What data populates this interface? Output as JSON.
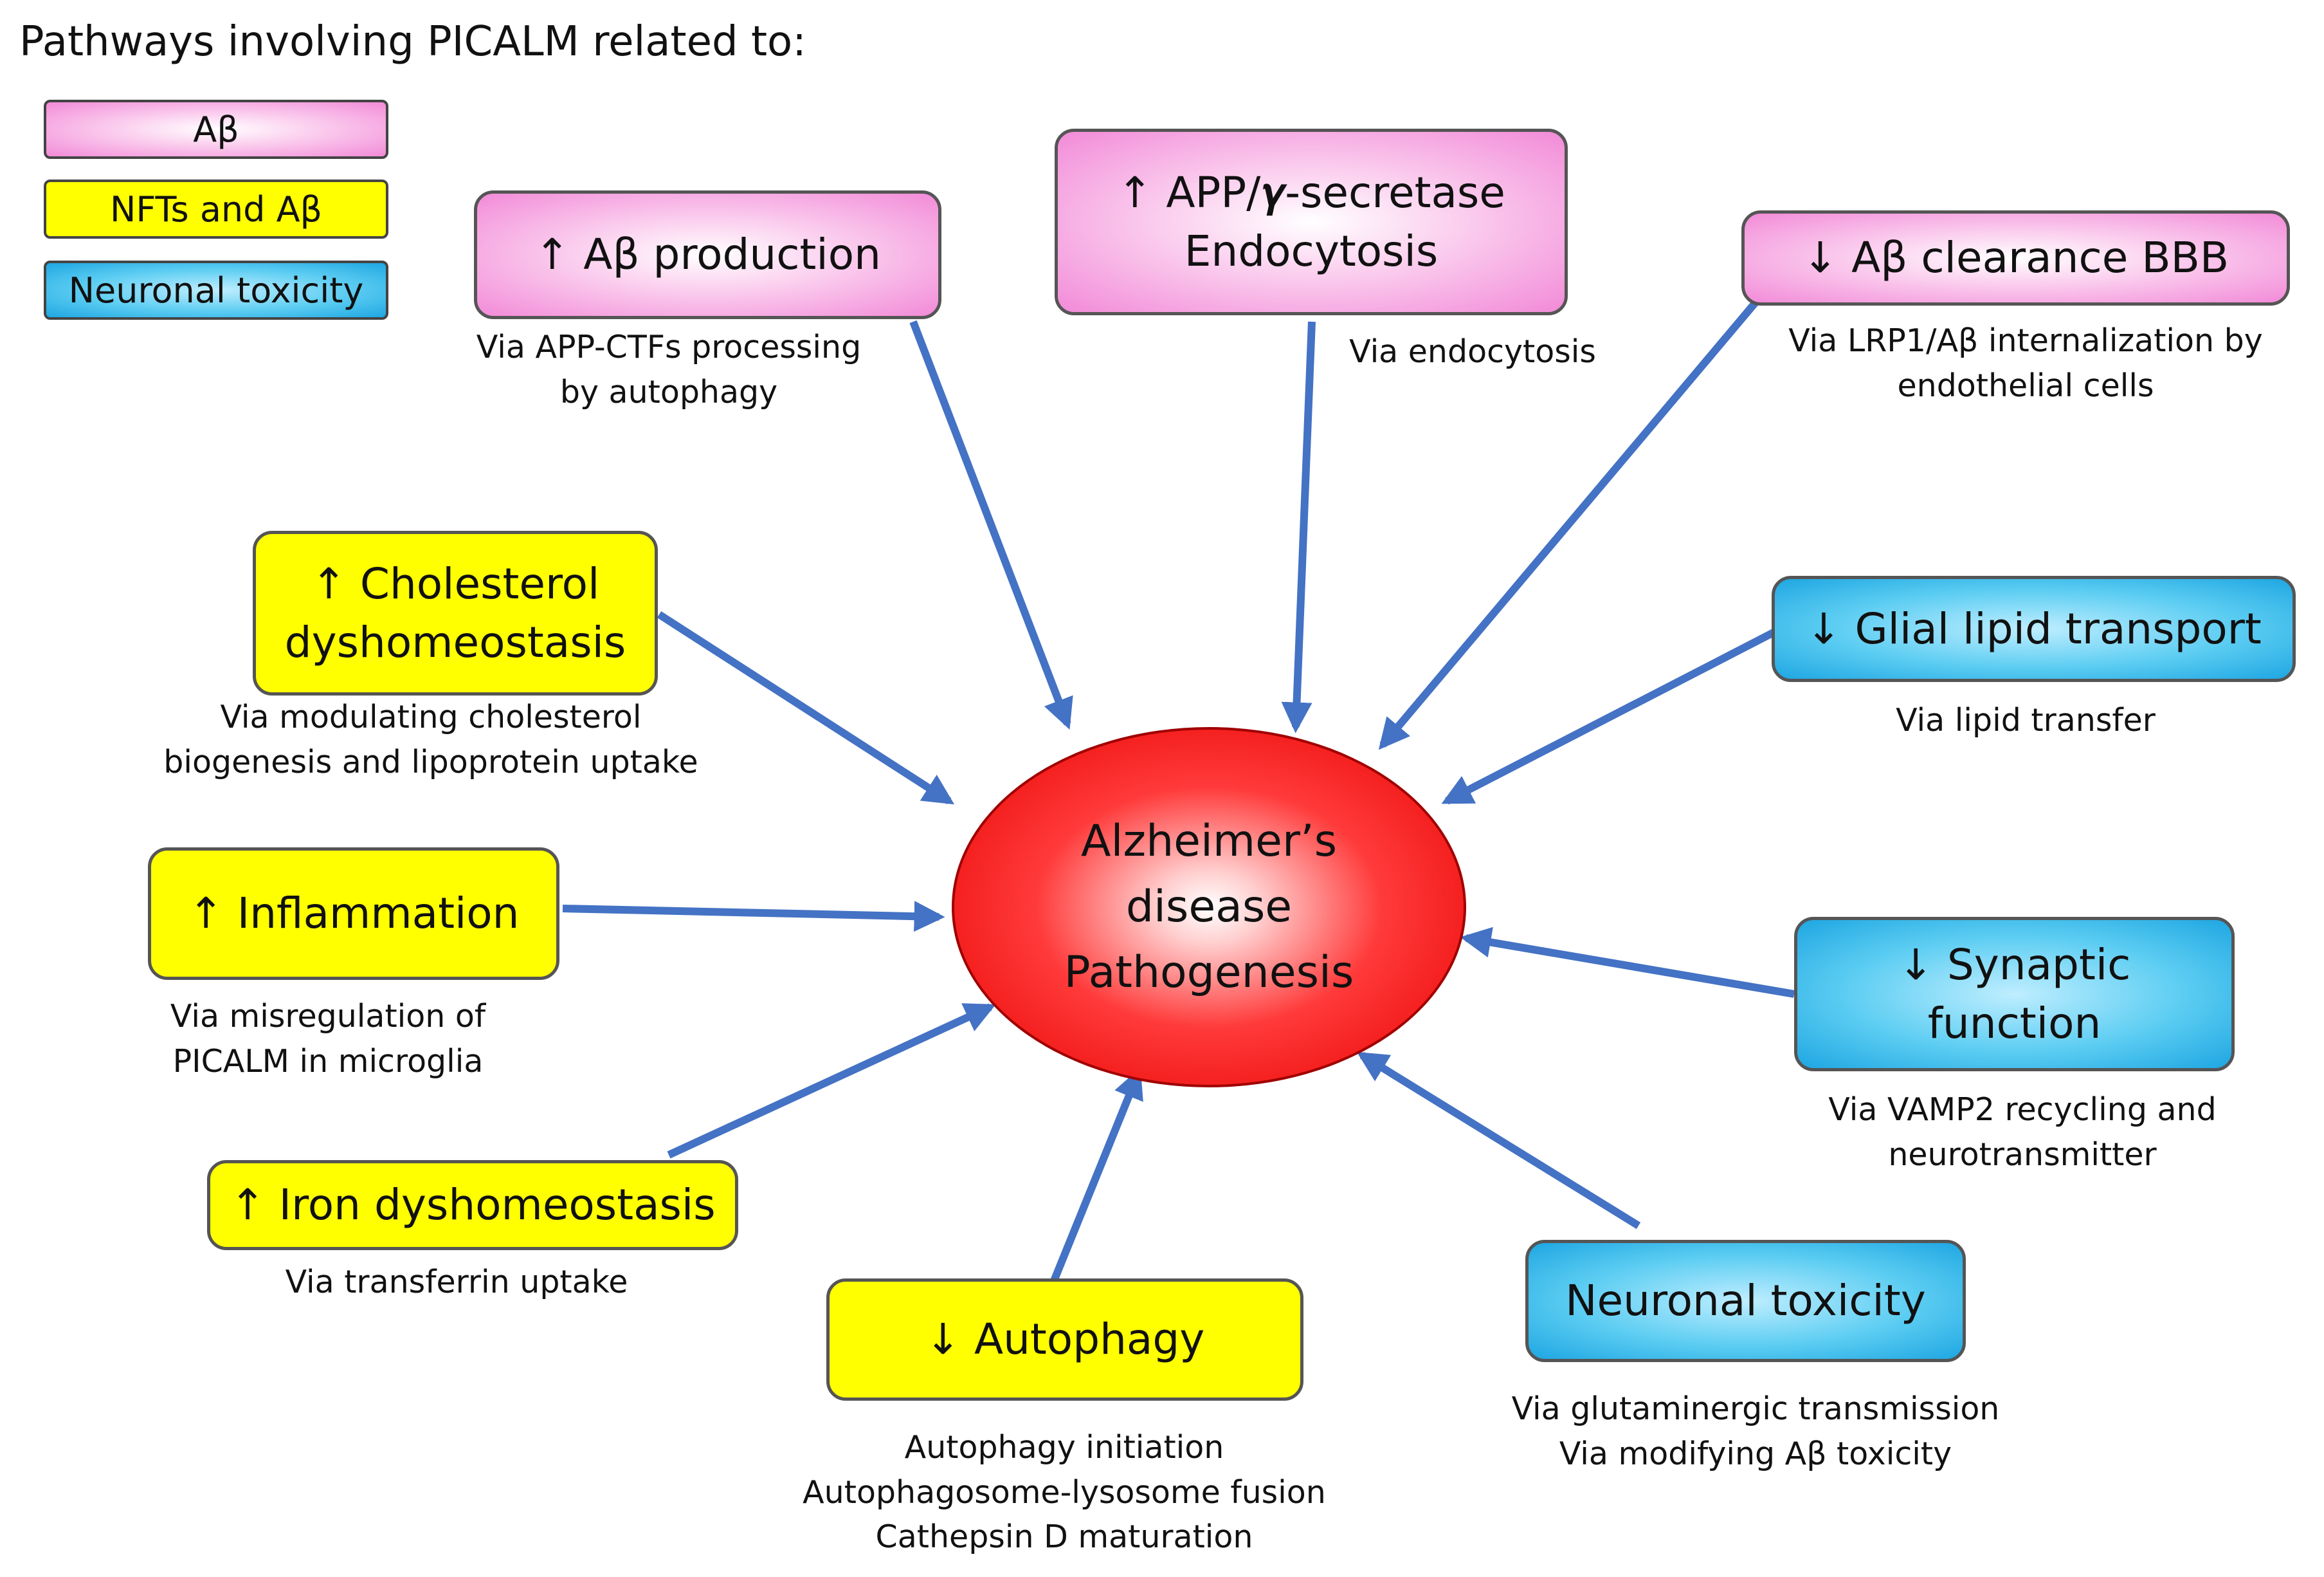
{
  "title": "Pathways involving PICALM related to:",
  "legend": [
    {
      "label": "Aβ",
      "color": "#f5a3e6"
    },
    {
      "label": "NFTs and Aβ",
      "color": "#ffff00"
    },
    {
      "label": "Neuronal toxicity",
      "color": "#2bb5ea"
    }
  ],
  "center": {
    "label": "Alzheimer’s\ndisease\nPathogenesis",
    "color": "#ff0000"
  },
  "nodes": {
    "ab_production": {
      "label": "↑ Aβ production",
      "note": "Via APP-CTFs processing\nby autophagy"
    },
    "app_secretase": {
      "label": "↑ APP/𝜸-secretase\nEndocytosis",
      "note": "Via endocytosis"
    },
    "ab_clearance": {
      "label": "↓ Aβ clearance BBB",
      "note": "Via LRP1/Aβ internalization by\nendothelial cells"
    },
    "cholesterol": {
      "label": "↑ Cholesterol\ndyshomeostasis",
      "note": "Via modulating cholesterol\nbiogenesis and lipoprotein uptake"
    },
    "glial_lipid": {
      "label": "↓ Glial lipid transport",
      "note": "Via lipid transfer"
    },
    "inflammation": {
      "label": "↑ Inflammation",
      "note": "Via misregulation of\nPICALM in microglia"
    },
    "synaptic": {
      "label": "↓ Synaptic\nfunction",
      "note": "Via VAMP2 recycling and\nneurotransmitter"
    },
    "iron": {
      "label": "↑ Iron dyshomeostasis",
      "note": "Via transferrin uptake"
    },
    "autophagy": {
      "label": "↓ Autophagy",
      "note": "Autophagy initiation\nAutophagosome-lysosome fusion\nCathepsin D maturation"
    },
    "neuronal_toxicity": {
      "label": "Neuronal toxicity",
      "note": "Via glutaminergic transmission\nVia modifying Aβ toxicity"
    }
  },
  "arrow_color": "#4472c4"
}
